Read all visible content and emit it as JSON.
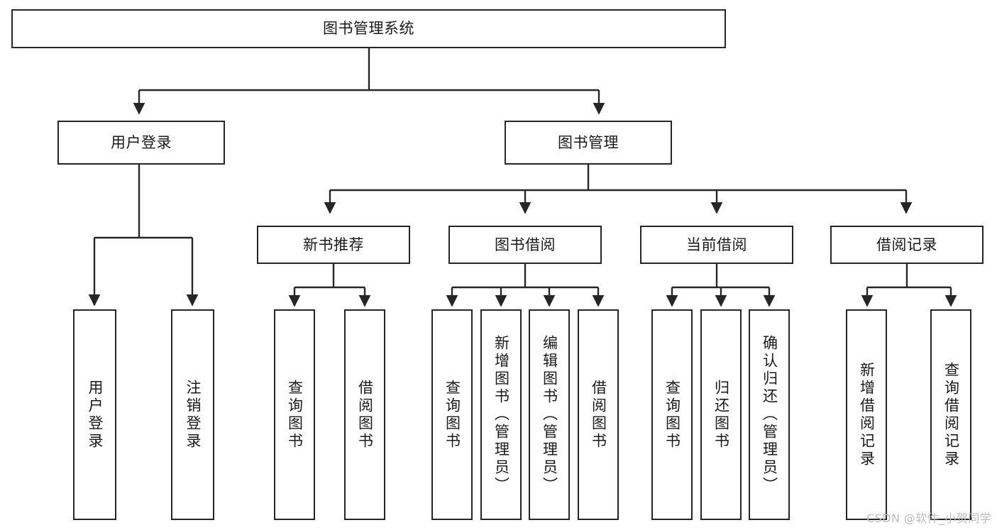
{
  "diagram": {
    "type": "tree",
    "title": "图书管理系统",
    "orientation": "top-down",
    "levels": 4,
    "root": {
      "id": "root",
      "label": "图书管理系统"
    },
    "level2": [
      {
        "id": "user-login",
        "label": "用户登录"
      },
      {
        "id": "book-management",
        "label": "图书管理"
      }
    ],
    "level3": [
      {
        "id": "new-book-recommend",
        "label": "新书推荐",
        "parent": "book-management"
      },
      {
        "id": "book-borrow",
        "label": "图书借阅",
        "parent": "book-management"
      },
      {
        "id": "current-borrow",
        "label": "当前借阅",
        "parent": "book-management"
      },
      {
        "id": "borrow-record",
        "label": "借阅记录",
        "parent": "book-management"
      }
    ],
    "leaves": {
      "user-login": [
        {
          "id": "leaf-user-login",
          "label": "用户登录"
        },
        {
          "id": "leaf-logout",
          "label": "注销登录"
        }
      ],
      "new-book-recommend": [
        {
          "id": "leaf-query-book-1",
          "label": "查询图书"
        },
        {
          "id": "leaf-borrow-book-1",
          "label": "借阅图书"
        }
      ],
      "book-borrow": [
        {
          "id": "leaf-query-book-2",
          "label": "查询图书"
        },
        {
          "id": "leaf-add-book",
          "label": "新增图书（管理员）"
        },
        {
          "id": "leaf-edit-book",
          "label": "编辑图书（管理员）"
        },
        {
          "id": "leaf-borrow-book-2",
          "label": "借阅图书"
        }
      ],
      "current-borrow": [
        {
          "id": "leaf-query-book-3",
          "label": "查询图书"
        },
        {
          "id": "leaf-return-book",
          "label": "归还图书"
        },
        {
          "id": "leaf-confirm-return",
          "label": "确认归还（管理员）"
        }
      ],
      "borrow-record": [
        {
          "id": "leaf-add-record",
          "label": "新增借阅记录"
        },
        {
          "id": "leaf-query-record",
          "label": "查询借阅记录"
        }
      ]
    },
    "colors": {
      "stroke": "#262626",
      "fill": "#ffffff",
      "text": "#1a1a1a",
      "watermark": "#bdbdbd"
    }
  },
  "watermark": {
    "text": "CSDN @软件_小贺同学"
  }
}
